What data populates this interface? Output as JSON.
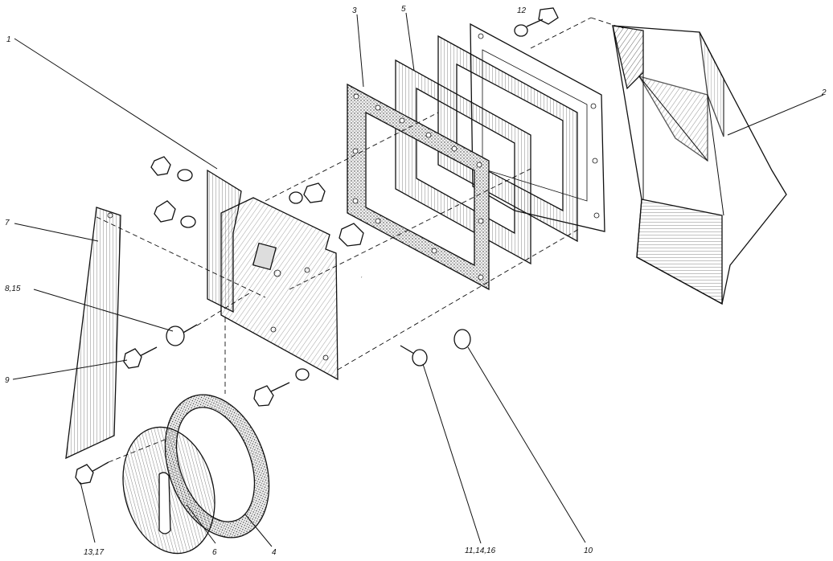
{
  "callouts": [
    {
      "id": "c1",
      "text": "1"
    },
    {
      "id": "c2",
      "text": "2"
    },
    {
      "id": "c3",
      "text": "3"
    },
    {
      "id": "c5",
      "text": "5"
    },
    {
      "id": "c12",
      "text": "12"
    },
    {
      "id": "c7",
      "text": "7"
    },
    {
      "id": "c815",
      "text": "8,15"
    },
    {
      "id": "c9",
      "text": "9"
    },
    {
      "id": "c1317",
      "text": "13,17"
    },
    {
      "id": "c6",
      "text": "6"
    },
    {
      "id": "c4",
      "text": "4"
    },
    {
      "id": "c111416",
      "text": "11,14,16"
    },
    {
      "id": "c10",
      "text": "10"
    }
  ],
  "colors": {
    "ink": "#111111",
    "paper": "#ffffff",
    "gasket": "#d8d8d8"
  }
}
